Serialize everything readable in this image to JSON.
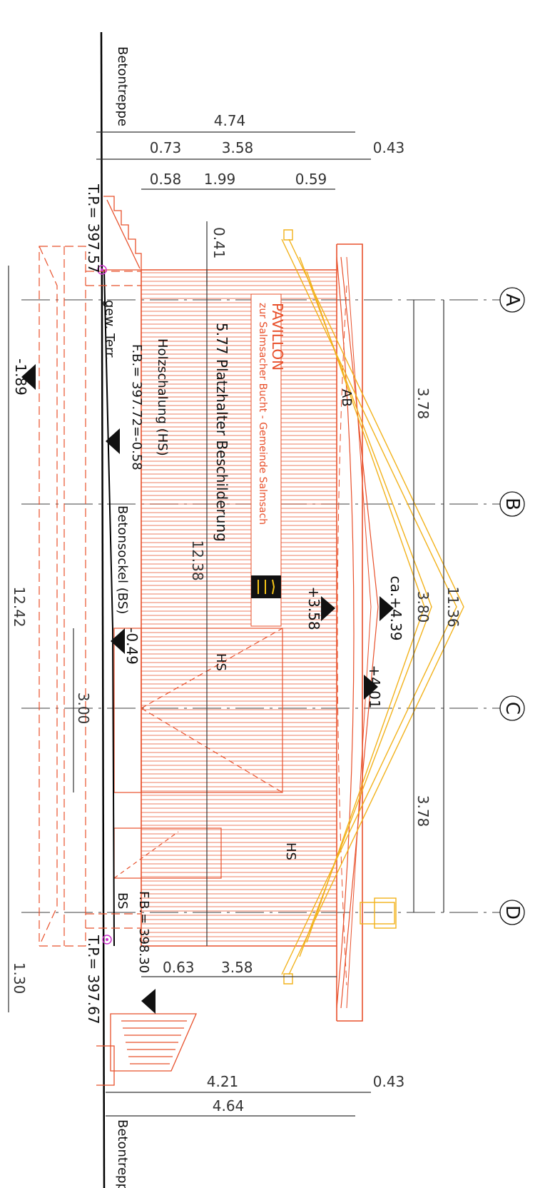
{
  "colors": {
    "structure": "#e8502b",
    "roof_lines": "#f2b21b",
    "dimension": "#333333",
    "ground": "#000000",
    "marker": "#cc33cc",
    "logo_bg": "#111111",
    "logo_fg": "#f5c518"
  },
  "grid_axes": [
    "A",
    "B",
    "C",
    "D"
  ],
  "sign": {
    "title": "PAVILLON",
    "subtitle": "zur Salmsacher Bucht - Gemeinde Salmsach",
    "logo_label": "Gemeinde Salmsach Wappen"
  },
  "labels": {
    "betontreppe_top": "Betontreppe",
    "betontreppe_bottom": "Betontreppe",
    "tp_top": "T.P.= 397.57",
    "tp_bottom": "T.P.= 397.67",
    "gew_terr": "gew. Terr.",
    "fb_top": "F.B.= 397.72=-0.58",
    "fb_bottom": "F.B.= 398.30",
    "betonsockel": "Betonsockel (BS)",
    "bs": "BS",
    "holzschalung": "Holzschalung (HS)",
    "hs_1": "HS",
    "hs_2": "HS",
    "ab": "AB",
    "platzhalter": "5.77 Platzhalter Beschilderung"
  },
  "levels": {
    "minus_189": "-1.89",
    "minus_049": "-0.49",
    "plus_358": "+3.58",
    "plus_439": "ca.+4.39",
    "plus_401": "+4.01"
  },
  "dimensions": {
    "top_total": "4.74",
    "top_073": "0.73",
    "top_358": "3.58",
    "top_043": "0.43",
    "top_058": "0.58",
    "top_199": "1.99",
    "top_059": "0.59",
    "top_041": "0.41",
    "bot_063": "0.63",
    "bot_358": "3.58",
    "bot_421": "4.21",
    "bot_043": "0.43",
    "bot_total": "4.64",
    "right_378a": "3.78",
    "right_380": "3.80",
    "right_378b": "3.78",
    "right_1136": "11.36",
    "inner_1238": "12.38",
    "left_1242": "12.42",
    "left_130": "1.30",
    "left_300": "3.00"
  }
}
